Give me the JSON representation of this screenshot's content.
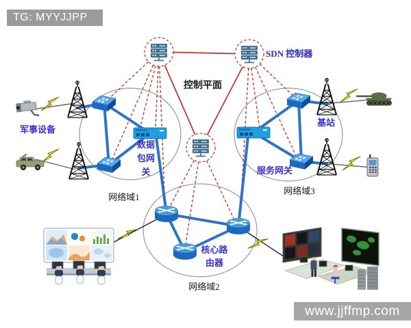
{
  "banner": {
    "text": "TG: MYYJJPP"
  },
  "watermark": {
    "text": "www.jjffmp.com"
  },
  "labels": {
    "sdn_controller": "SDN 控制器",
    "control_plane": "控制平面",
    "domain1": "网络域1",
    "domain2": "网络域2",
    "domain3": "网络域3",
    "packet_gateway_l1": "数据",
    "packet_gateway_l2": "包网",
    "packet_gateway_l3": "关",
    "service_gateway": "服务网关",
    "core_router_l1": "核心路",
    "core_router_l2": "由器",
    "base_station": "基站",
    "military_equipment": "军事设备"
  },
  "colors": {
    "banner_bg": "#9b9b9b",
    "watermark_bg": "#9e9e9e",
    "control_link_red": "#b8322c",
    "control_dashed_red": "#c23b33",
    "data_link_blue": "#2e74c4",
    "device_label_blue": "#3b34cc",
    "domain_outline_gray": "#909aa0",
    "lightning_yellow": "#f7e912"
  },
  "icons": [
    {
      "name": "sdn-controller-server-icon",
      "count": 3
    },
    {
      "name": "network-switch-icon",
      "count": 4
    },
    {
      "name": "gateway-device-icon",
      "count": 2
    },
    {
      "name": "core-router-icon",
      "count": 3
    },
    {
      "name": "radio-tower-icon",
      "count": 4
    },
    {
      "name": "surveillance-camera-icon",
      "count": 1
    },
    {
      "name": "military-vehicle-icon",
      "count": 1
    },
    {
      "name": "tank-icon",
      "count": 1
    },
    {
      "name": "handheld-radio-icon",
      "count": 1
    },
    {
      "name": "lightning-bolt-icon",
      "count": 6
    },
    {
      "name": "control-room-illustration",
      "count": 2
    }
  ]
}
